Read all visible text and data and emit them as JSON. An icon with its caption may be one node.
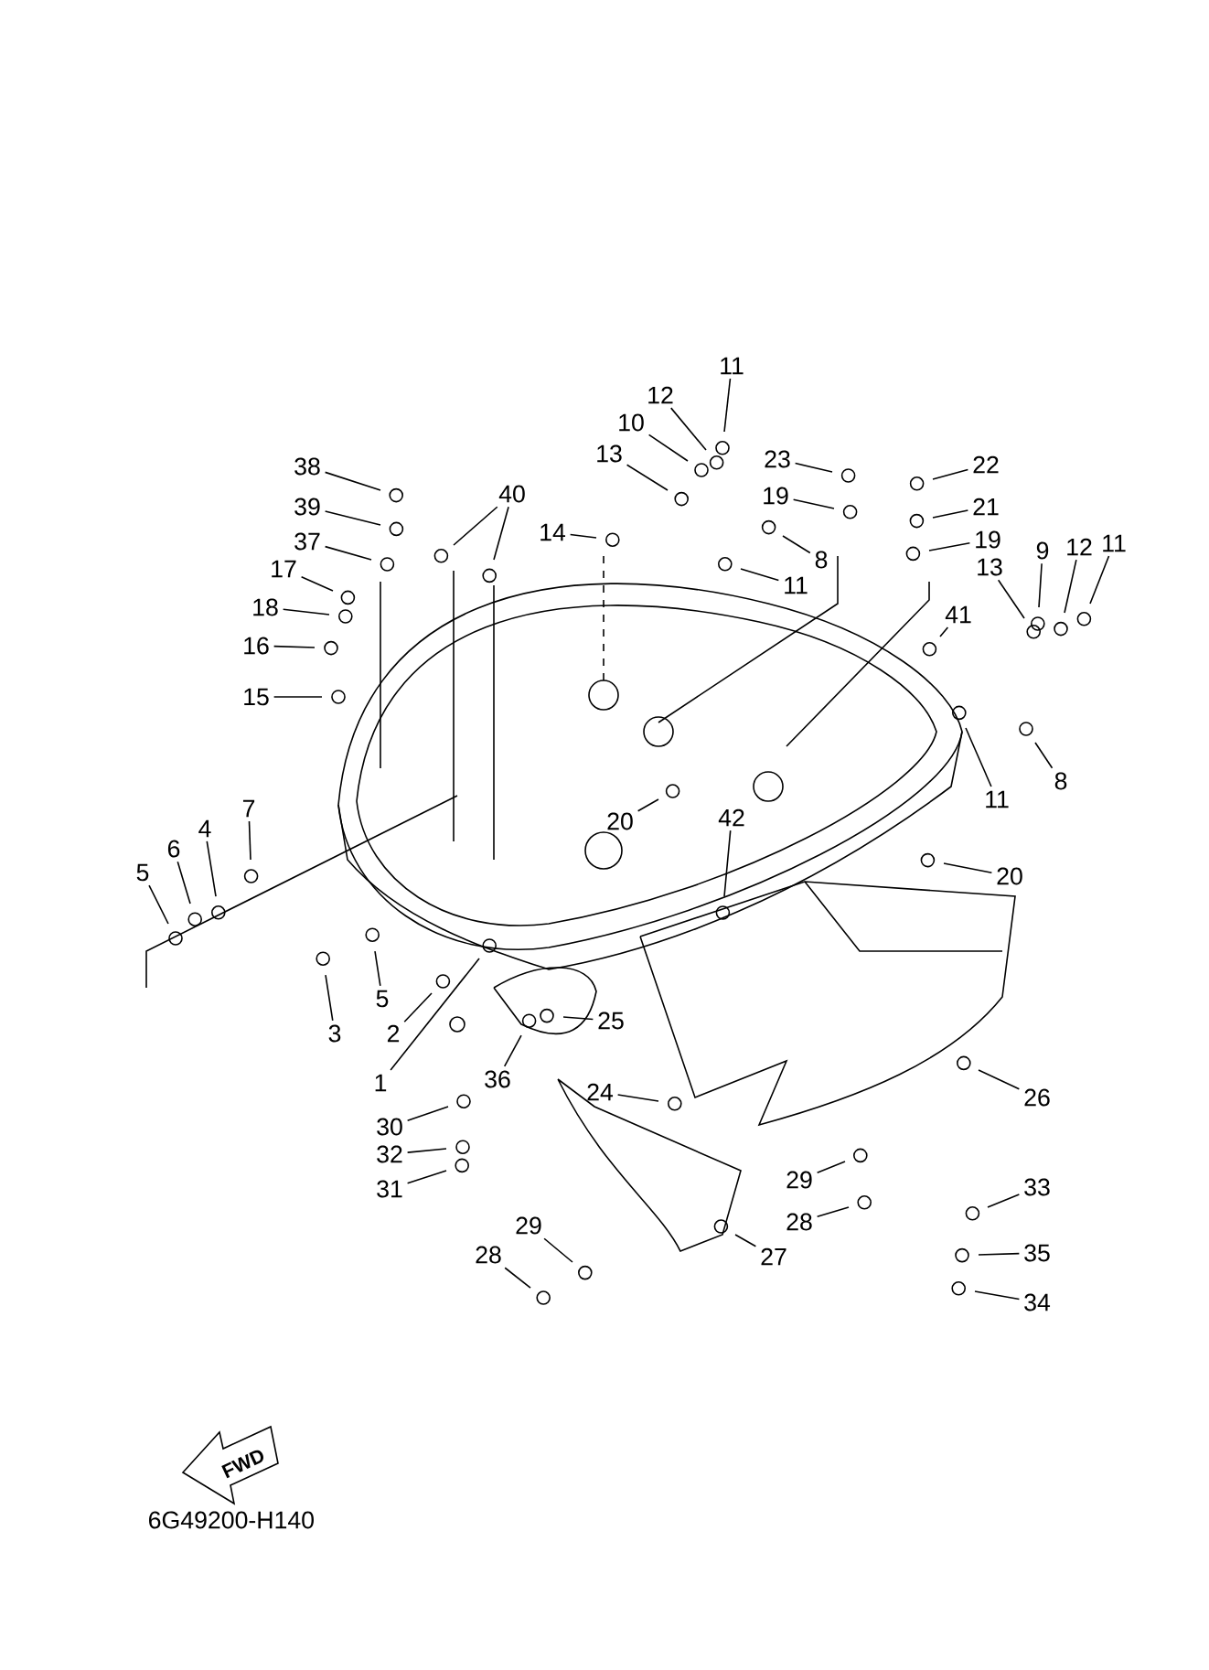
{
  "diagram": {
    "nodes": [
      {
        "text": [
          "11"
        ]
      },
      {
        "text": [
          "12"
        ]
      },
      {
        "text": [
          "10"
        ]
      },
      {
        "text": [
          "13"
        ]
      },
      {
        "text": [
          "38"
        ]
      },
      {
        "text": [
          "39"
        ]
      },
      {
        "text": [
          "40"
        ]
      },
      {
        "text": [
          "14"
        ]
      },
      {
        "text": [
          "37"
        ]
      },
      {
        "text": [
          "17"
        ]
      },
      {
        "text": [
          "18"
        ]
      },
      {
        "text": [
          "16"
        ]
      },
      {
        "text": [
          "15"
        ]
      },
      {
        "text": [
          "23"
        ]
      },
      {
        "text": [
          "22"
        ]
      },
      {
        "text": [
          "21"
        ]
      },
      {
        "text": [
          "19"
        ]
      },
      {
        "text": [
          "19"
        ]
      },
      {
        "text": [
          "8"
        ]
      },
      {
        "text": [
          "11"
        ]
      },
      {
        "text": [
          "9"
        ]
      },
      {
        "text": [
          "12"
        ]
      },
      {
        "text": [
          "11"
        ]
      },
      {
        "text": [
          "13"
        ]
      },
      {
        "text": [
          "41"
        ]
      },
      {
        "text": [
          "11"
        ]
      },
      {
        "text": [
          "8"
        ]
      },
      {
        "text": [
          "20"
        ]
      },
      {
        "text": [
          "7"
        ]
      },
      {
        "text": [
          "4"
        ]
      },
      {
        "text": [
          "6"
        ]
      },
      {
        "text": [
          "5"
        ]
      },
      {
        "text": [
          "42"
        ]
      },
      {
        "text": [
          "20"
        ]
      },
      {
        "text": [
          "3"
        ]
      },
      {
        "text": [
          "5"
        ]
      },
      {
        "text": [
          "2"
        ]
      },
      {
        "text": [
          "1"
        ]
      },
      {
        "text": [
          "25"
        ]
      },
      {
        "text": [
          "36"
        ]
      },
      {
        "text": [
          "30"
        ]
      },
      {
        "text": [
          "32"
        ]
      },
      {
        "text": [
          "31"
        ]
      },
      {
        "text": [
          "24"
        ]
      },
      {
        "text": [
          "26"
        ]
      },
      {
        "text": [
          "29"
        ]
      },
      {
        "text": [
          "28"
        ]
      },
      {
        "text": [
          "33"
        ]
      },
      {
        "text": [
          "35"
        ]
      },
      {
        "text": [
          "34"
        ]
      },
      {
        "text": [
          "27"
        ]
      },
      {
        "text": [
          "29"
        ]
      },
      {
        "text": [
          "28"
        ]
      }
    ],
    "edges": [
      {
        "from": 0,
        "to": null,
        "arrow": "none"
      },
      {
        "from": 1,
        "to": null,
        "arrow": "none"
      },
      {
        "from": 2,
        "to": null,
        "arrow": "none"
      },
      {
        "from": 3,
        "to": null,
        "arrow": "none"
      },
      {
        "from": 4,
        "to": null,
        "arrow": "none"
      },
      {
        "from": 5,
        "to": null,
        "arrow": "none"
      },
      {
        "from": 6,
        "to": null,
        "arrow": "none"
      },
      {
        "from": 6,
        "to": null,
        "arrow": "none"
      },
      {
        "from": 7,
        "to": null,
        "arrow": "none"
      },
      {
        "from": 8,
        "to": null,
        "arrow": "none"
      },
      {
        "from": 9,
        "to": null,
        "arrow": "none"
      },
      {
        "from": 10,
        "to": null,
        "arrow": "none"
      },
      {
        "from": 11,
        "to": null,
        "arrow": "none"
      },
      {
        "from": 12,
        "to": null,
        "arrow": "none"
      },
      {
        "from": 13,
        "to": null,
        "arrow": "none"
      },
      {
        "from": 14,
        "to": null,
        "arrow": "none"
      },
      {
        "from": 15,
        "to": null,
        "arrow": "none"
      },
      {
        "from": 16,
        "to": null,
        "arrow": "none"
      },
      {
        "from": 17,
        "to": null,
        "arrow": "none"
      },
      {
        "from": 18,
        "to": null,
        "arrow": "none"
      },
      {
        "from": 19,
        "to": null,
        "arrow": "none"
      },
      {
        "from": 20,
        "to": null,
        "arrow": "none"
      },
      {
        "from": 21,
        "to": null,
        "arrow": "none"
      },
      {
        "from": 22,
        "to": null,
        "arrow": "none"
      },
      {
        "from": 23,
        "to": null,
        "arrow": "none"
      },
      {
        "from": 24,
        "to": null,
        "arrow": "none"
      },
      {
        "from": 25,
        "to": null,
        "arrow": "none"
      },
      {
        "from": 26,
        "to": null,
        "arrow": "none"
      },
      {
        "from": 27,
        "to": null,
        "arrow": "none"
      },
      {
        "from": 28,
        "to": null,
        "arrow": "none"
      },
      {
        "from": 29,
        "to": null,
        "arrow": "none"
      },
      {
        "from": 30,
        "to": null,
        "arrow": "none"
      },
      {
        "from": 31,
        "to": null,
        "arrow": "none"
      },
      {
        "from": 32,
        "to": null,
        "arrow": "none"
      },
      {
        "from": 33,
        "to": null,
        "arrow": "none"
      },
      {
        "from": 34,
        "to": null,
        "arrow": "none"
      },
      {
        "from": 35,
        "to": null,
        "arrow": "none"
      },
      {
        "from": 36,
        "to": null,
        "arrow": "none"
      },
      {
        "from": 37,
        "to": null,
        "arrow": "none"
      },
      {
        "from": 38,
        "to": null,
        "arrow": "none"
      },
      {
        "from": 39,
        "to": null,
        "arrow": "none"
      },
      {
        "from": 40,
        "to": null,
        "arrow": "none"
      },
      {
        "from": 41,
        "to": null,
        "arrow": "none"
      },
      {
        "from": 42,
        "to": null,
        "arrow": "none"
      },
      {
        "from": 43,
        "to": null,
        "arrow": "none"
      },
      {
        "from": 44,
        "to": null,
        "arrow": "none"
      },
      {
        "from": 45,
        "to": null,
        "arrow": "none"
      },
      {
        "from": 46,
        "to": null,
        "arrow": "none"
      },
      {
        "from": 47,
        "to": null,
        "arrow": "none"
      },
      {
        "from": 48,
        "to": null,
        "arrow": "none"
      },
      {
        "from": 49,
        "to": null,
        "arrow": "none"
      },
      {
        "from": 50,
        "to": null,
        "arrow": "none"
      },
      {
        "from": 51,
        "to": null,
        "arrow": "none"
      },
      {
        "from": 52,
        "to": null,
        "arrow": "none"
      }
    ],
    "labels": [
      "FWD",
      "6G49200-H140"
    ]
  }
}
